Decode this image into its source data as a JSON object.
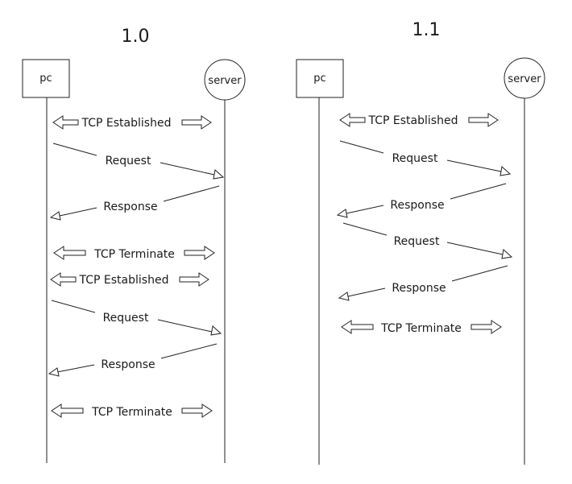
{
  "panels": [
    {
      "title": "1.0",
      "client": "pc",
      "server": "server",
      "steps": [
        {
          "kind": "tcp",
          "label": "TCP Established"
        },
        {
          "kind": "to-server",
          "label": "Request"
        },
        {
          "kind": "to-client",
          "label": "Response"
        },
        {
          "kind": "tcp",
          "label": "TCP Terminate"
        },
        {
          "kind": "tcp",
          "label": "TCP Established"
        },
        {
          "kind": "to-server",
          "label": "Request"
        },
        {
          "kind": "to-client",
          "label": "Response"
        },
        {
          "kind": "tcp",
          "label": "TCP Terminate"
        }
      ]
    },
    {
      "title": "1.1",
      "client": "pc",
      "server": "server",
      "steps": [
        {
          "kind": "tcp",
          "label": "TCP Established"
        },
        {
          "kind": "to-server",
          "label": "Request"
        },
        {
          "kind": "to-client",
          "label": "Response"
        },
        {
          "kind": "to-server",
          "label": "Request"
        },
        {
          "kind": "to-client",
          "label": "Response"
        },
        {
          "kind": "tcp",
          "label": "TCP Terminate"
        }
      ]
    }
  ]
}
